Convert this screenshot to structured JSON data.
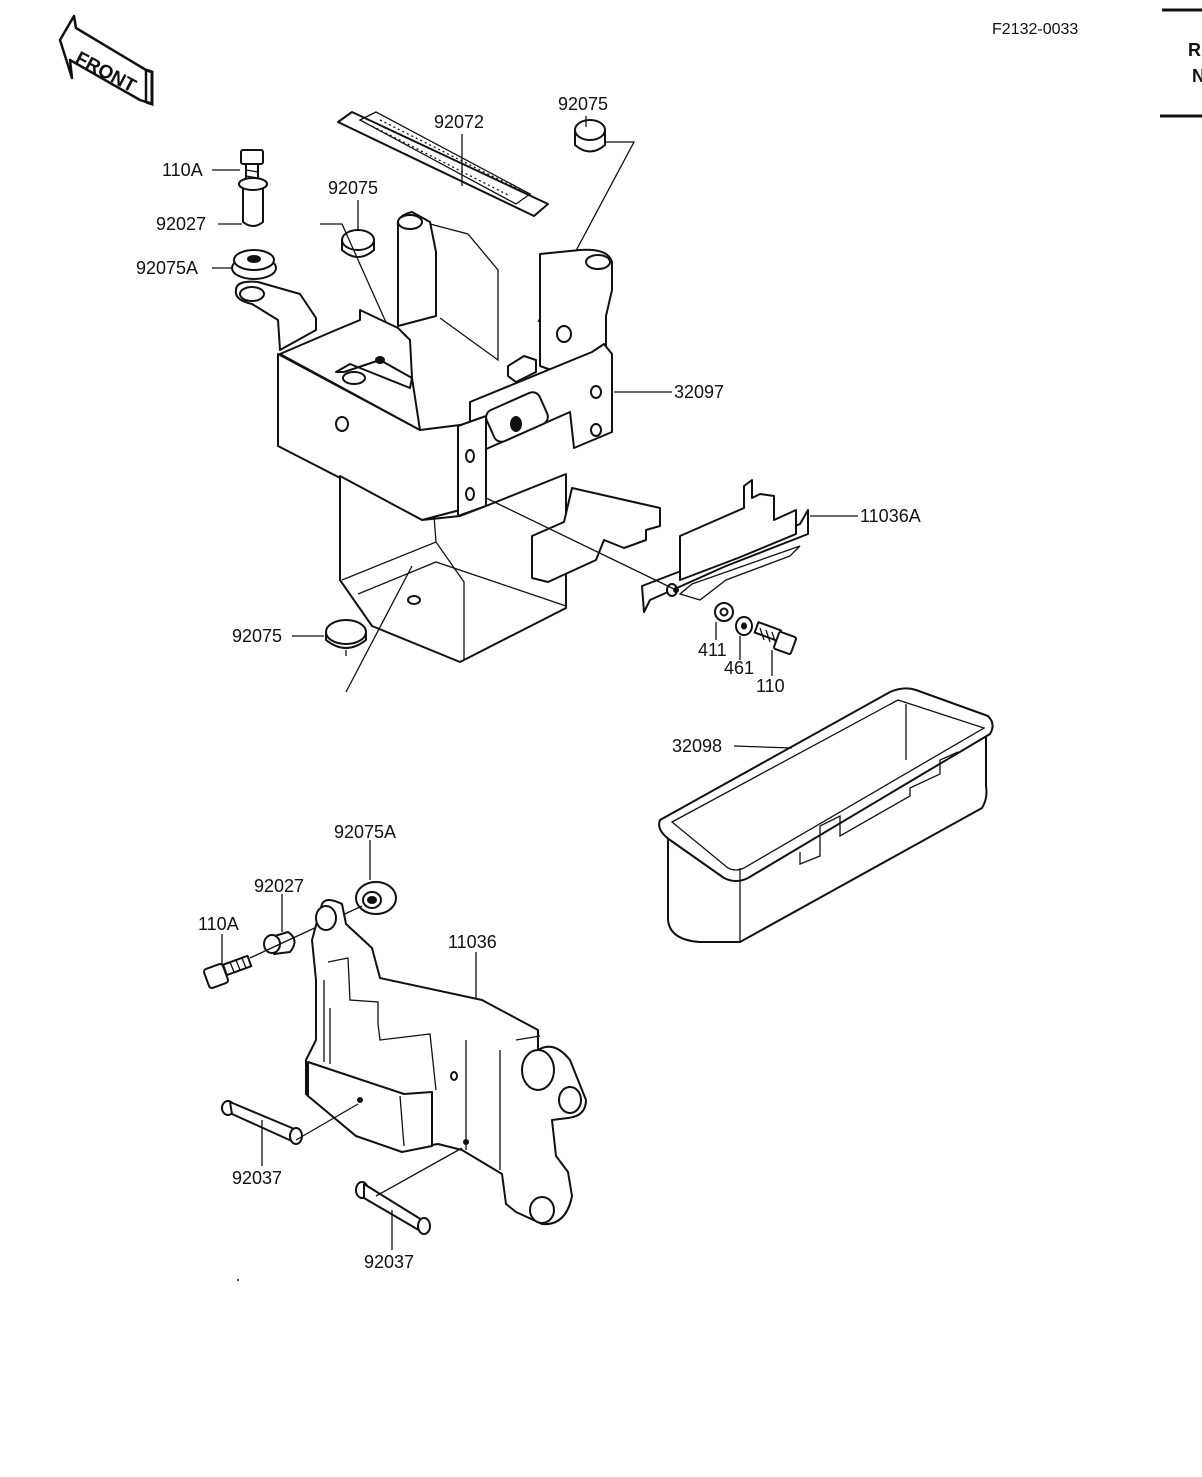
{
  "header": {
    "figure_code": "F2132-0033",
    "front_label": "FRONT",
    "edge_fragment_1": "R",
    "edge_fragment_2": "N"
  },
  "callouts": {
    "top_92072": "92072",
    "top_92075_right": "92075",
    "top_110A": "110A",
    "top_92075_center": "92075",
    "top_92027": "92027",
    "top_92075A": "92075A",
    "case_32097": "32097",
    "bracket_11036A": "11036A",
    "bottom_92075": "92075",
    "washer_411": "411",
    "washer_461": "461",
    "bolt_110": "110",
    "tray_32098": "32098",
    "lower_92075A": "92075A",
    "lower_92027": "92027",
    "lower_110A": "110A",
    "cover_11036": "11036",
    "pin_92037_left": "92037",
    "pin_92037_bottom": "92037"
  }
}
